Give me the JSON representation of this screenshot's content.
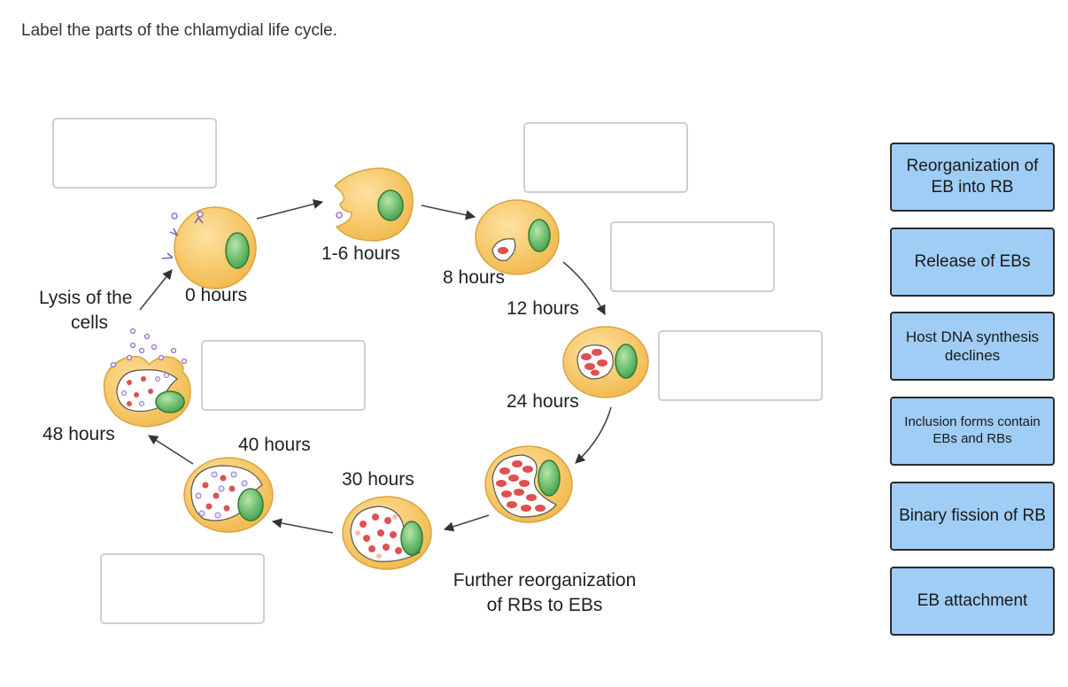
{
  "instruction": "Label the parts of the chlamydial life cycle.",
  "diagram_labels": {
    "t0": "0 hours",
    "t1_6": "1-6 hours",
    "t8": "8 hours",
    "t12": "12 hours",
    "t24": "24 hours",
    "t30": "30 hours",
    "t40": "40 hours",
    "t48": "48 hours",
    "lysis_line1": "Lysis of the",
    "lysis_line2": "cells",
    "further_line1": "Further reorganization",
    "further_line2": "of RBs to EBs"
  },
  "options": [
    "Reorganization of EB into RB",
    "Release of EBs",
    "Host DNA synthesis declines",
    "Inclusion forms contain EBs and RBs",
    "Binary fission of RB",
    "EB attachment"
  ],
  "colors": {
    "cell_fill": "#f5c66a",
    "cell_stroke": "#d9a441",
    "nucleus": "#6cc070",
    "rb": "#e0504f",
    "eb": "#b39ddb",
    "option_bg": "#9fcdf5"
  }
}
